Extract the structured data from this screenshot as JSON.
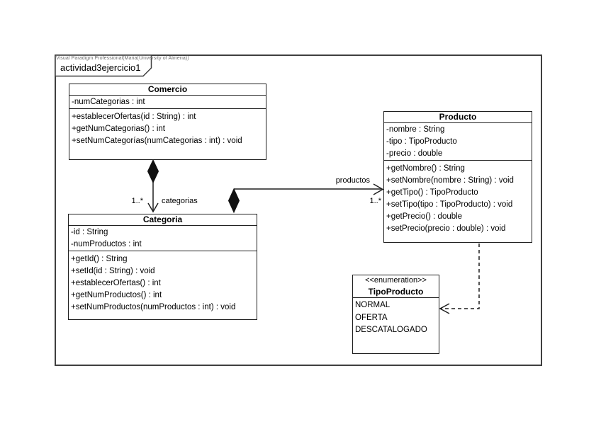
{
  "diagram": {
    "watermark": "Visual Paradigm Professional(Maria(University of Almeria))",
    "frame_title": "actividad3ejercicio1"
  },
  "classes": {
    "comercio": {
      "name": "Comercio",
      "attributes": [
        "-numCategorias : int"
      ],
      "methods": [
        "+establecerOfertas(id : String) : int",
        "+getNumCategorias() : int",
        "+setNumCategorías(numCategorias : int) : void"
      ]
    },
    "producto": {
      "name": "Producto",
      "attributes": [
        "-nombre : String",
        "-tipo : TipoProducto",
        "-precio : double"
      ],
      "methods": [
        "+getNombre() : String",
        "+setNombre(nombre : String) : void",
        "+getTipo() : TipoProducto",
        "+setTipo(tipo : TipoProducto) : void",
        "+getPrecio() : double",
        "+setPrecio(precio : double) : void"
      ]
    },
    "categoria": {
      "name": "Categoria",
      "attributes": [
        "-id : String",
        "-numProductos : int"
      ],
      "methods": [
        "+getId() : String",
        "+setId(id : String) : void",
        "+establecerOfertas() : int",
        "+getNumProductos() : int",
        "+setNumProductos(numProductos : int) : void"
      ]
    },
    "tipo_producto": {
      "stereotype": "<<enumeration>>",
      "name": "TipoProducto",
      "literals": [
        "NORMAL",
        "OFERTA",
        "DESCATALOGADO"
      ]
    }
  },
  "relations": {
    "comercio_categoria": {
      "type": "composition",
      "label": "categorias",
      "multiplicity": "1..*"
    },
    "categoria_producto": {
      "type": "composition",
      "label": "productos",
      "multiplicity": "1..*"
    },
    "producto_tipoproducto": {
      "type": "dependency"
    }
  },
  "colors": {
    "background": "#ffffff",
    "box_fill": "#ffffff",
    "line": "#1f1f1f",
    "frame": "#3f3f3f",
    "text": "#000000",
    "watermark": "#6e6e6e"
  }
}
